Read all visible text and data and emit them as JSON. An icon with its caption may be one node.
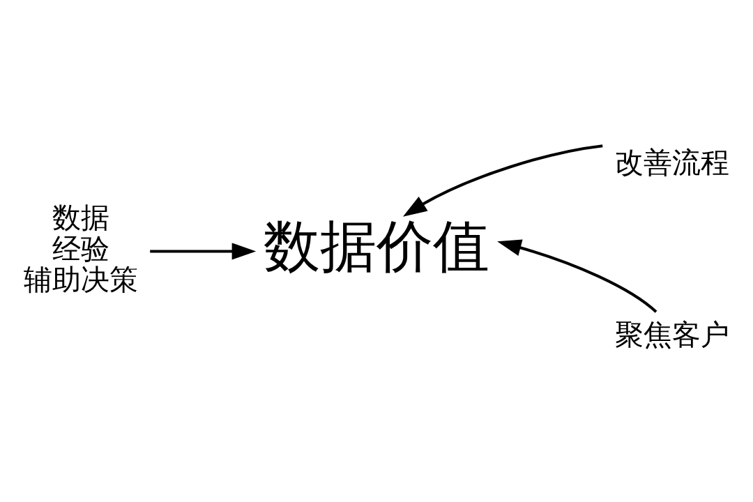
{
  "diagram": {
    "nodes": [
      {
        "text": [
          "数据价值"
        ]
      },
      {
        "text": [
          "数据",
          "经验",
          "辅助决策"
        ]
      },
      {
        "text": [
          "改善流程"
        ]
      },
      {
        "text": [
          "聚焦客户"
        ]
      }
    ],
    "edges": [
      {
        "from": 1,
        "to": 0,
        "arrow": "to"
      },
      {
        "from": 2,
        "to": 0,
        "arrow": "to"
      },
      {
        "from": 3,
        "to": 0,
        "arrow": "to"
      }
    ]
  }
}
